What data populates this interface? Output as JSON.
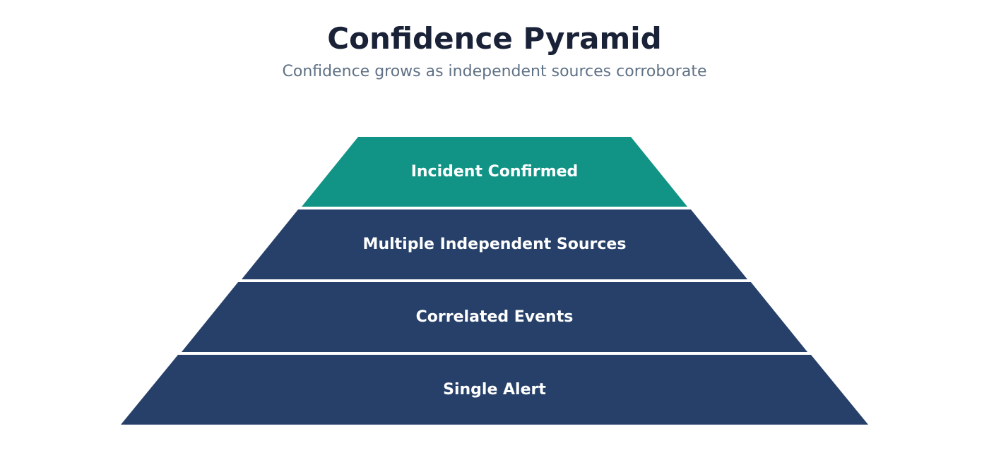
{
  "header": {
    "title": "Confidence Pyramid",
    "subtitle": "Confidence grows as independent sources corroborate"
  },
  "pyramid": {
    "tiers": [
      {
        "label": "Incident Confirmed",
        "color": "#119485"
      },
      {
        "label": "Multiple Independent Sources",
        "color": "#26406a"
      },
      {
        "label": "Correlated Events",
        "color": "#26406a"
      },
      {
        "label": "Single Alert",
        "color": "#26406a"
      }
    ]
  }
}
